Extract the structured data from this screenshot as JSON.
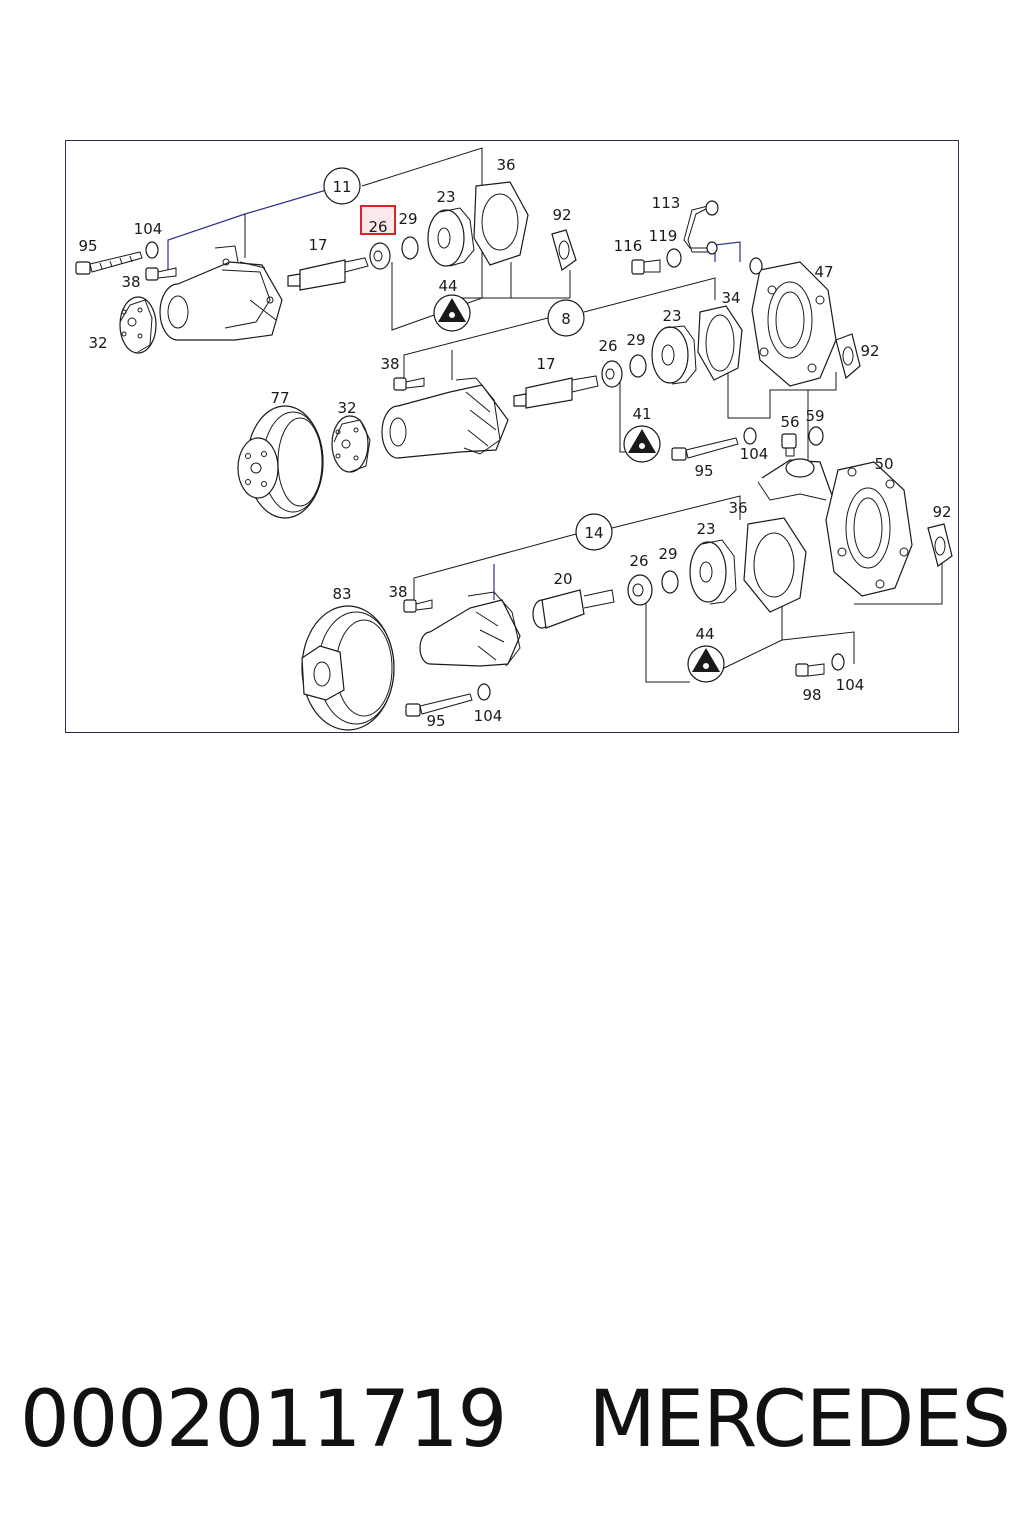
{
  "diagram": {
    "highlight_color": "#d9252a",
    "highlighted_label": "26",
    "group_callouts": [
      "11",
      "8",
      "14"
    ],
    "labels": {
      "g1": [
        "95",
        "104",
        "38",
        "32",
        "17",
        "26",
        "29",
        "23",
        "36",
        "92",
        "44"
      ],
      "g2": [
        "113",
        "116",
        "119",
        "47",
        "34",
        "23",
        "29",
        "26",
        "17",
        "38",
        "92",
        "41",
        "95",
        "104",
        "56",
        "59",
        "77",
        "32"
      ],
      "g3": [
        "50",
        "92",
        "36",
        "23",
        "29",
        "26",
        "20",
        "38",
        "83",
        "44",
        "95",
        "104",
        "98",
        "104"
      ]
    }
  },
  "caption": {
    "part_number": "0002011719",
    "brand": "MERCEDES"
  }
}
